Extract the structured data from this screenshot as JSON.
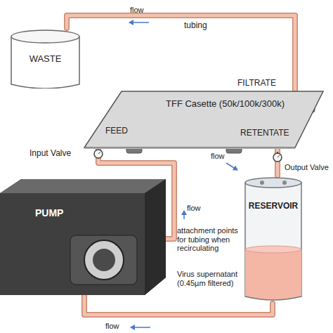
{
  "diagram": {
    "nodes": [
      {
        "text": [
          "WASTE"
        ]
      },
      {
        "text": [
          "TFF Casette (50k/100k/300k)"
        ]
      },
      {
        "text": [
          "PUMP"
        ]
      },
      {
        "text": [
          "RESERVOIR"
        ]
      }
    ],
    "edges": [
      {
        "from": 1,
        "to": 0,
        "arrow": "none"
      },
      {
        "from": 2,
        "to": 1,
        "arrow": "none"
      },
      {
        "from": 1,
        "to": 3,
        "arrow": "none"
      },
      {
        "from": 3,
        "to": 2,
        "arrow": "none"
      }
    ],
    "labels": [
      "flow",
      "tubing",
      "FILTRATE",
      "FEED",
      "RETENTATE",
      "Input Valve",
      "flow",
      "flow",
      "Output Valve",
      "attachment points for tubing when recirculating",
      "Virus supernatant (0.45µm filtered)",
      "flow"
    ]
  }
}
